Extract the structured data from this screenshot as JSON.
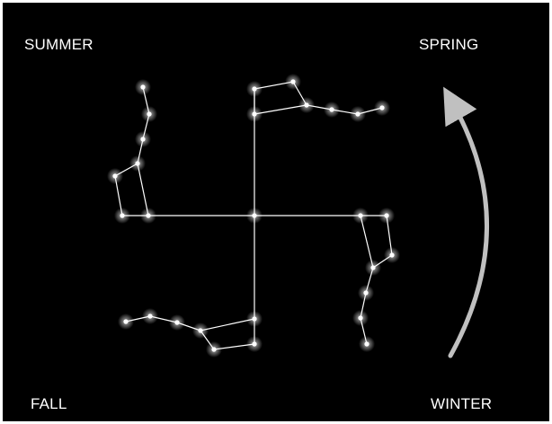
{
  "labels": {
    "summer": "SUMMER",
    "spring": "SPRING",
    "fall": "FALL",
    "winter": "WINTER"
  },
  "colors": {
    "background": "#000000",
    "line": "#ffffff",
    "star": "#ffffff",
    "arrow": "#c0c0c0",
    "text": "#ffffff"
  },
  "arrow_icon": "curved-arrow-up-icon"
}
